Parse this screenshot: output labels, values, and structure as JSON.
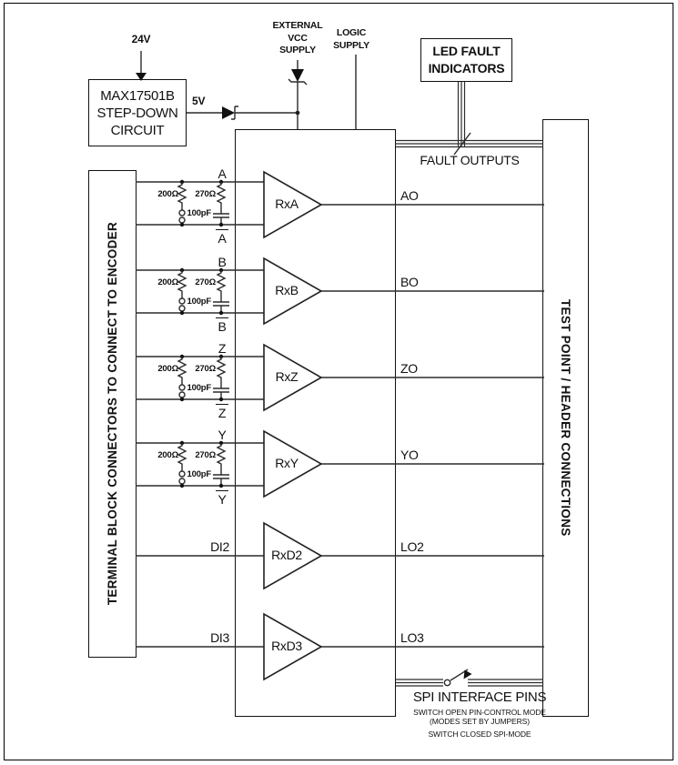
{
  "power": {
    "input_24v": "24V",
    "rail_5v": "5V",
    "stepdown_lines": [
      "MAX17501B",
      "STEP-DOWN",
      "CIRCUIT"
    ],
    "external_vcc_lines": [
      "EXTERNAL",
      "VCC",
      "SUPPLY"
    ],
    "logic_supply_lines": [
      "LOGIC",
      "SUPPLY"
    ]
  },
  "led_indicator_lines": [
    "LED FAULT",
    "INDICATORS"
  ],
  "fault_bus_label": "FAULT OUTPUTS",
  "left_panel_label": "TERMINAL BLOCK CONNECTORS TO CONNECT TO ENCODER",
  "right_panel_label": "TEST POINT / HEADER CONNECTIONS",
  "channels": [
    {
      "pos": "A",
      "neg": "A",
      "amp": "RxA",
      "out": "AO",
      "r_term": "200Ω",
      "r_filt": "270Ω",
      "cap": "100pF"
    },
    {
      "pos": "B",
      "neg": "B",
      "amp": "RxB",
      "out": "BO",
      "r_term": "200Ω",
      "r_filt": "270Ω",
      "cap": "100pF"
    },
    {
      "pos": "Z",
      "neg": "Z",
      "amp": "RxZ",
      "out": "ZO",
      "r_term": "200Ω",
      "r_filt": "270Ω",
      "cap": "100pF"
    },
    {
      "pos": "Y",
      "neg": "Y",
      "amp": "RxY",
      "out": "YO",
      "r_term": "200Ω",
      "r_filt": "270Ω",
      "cap": "100pF"
    },
    {
      "in": "DI2",
      "amp": "RxD2",
      "out": "LO2"
    },
    {
      "in": "DI3",
      "amp": "RxD3",
      "out": "LO3"
    }
  ],
  "spi": {
    "title": "SPI INTERFACE PINS",
    "note1": "SWITCH OPEN PIN-CONTROL MODE",
    "note2": "(MODES SET BY JUMPERS)",
    "note3": "SWITCH CLOSED SPI-MODE"
  }
}
